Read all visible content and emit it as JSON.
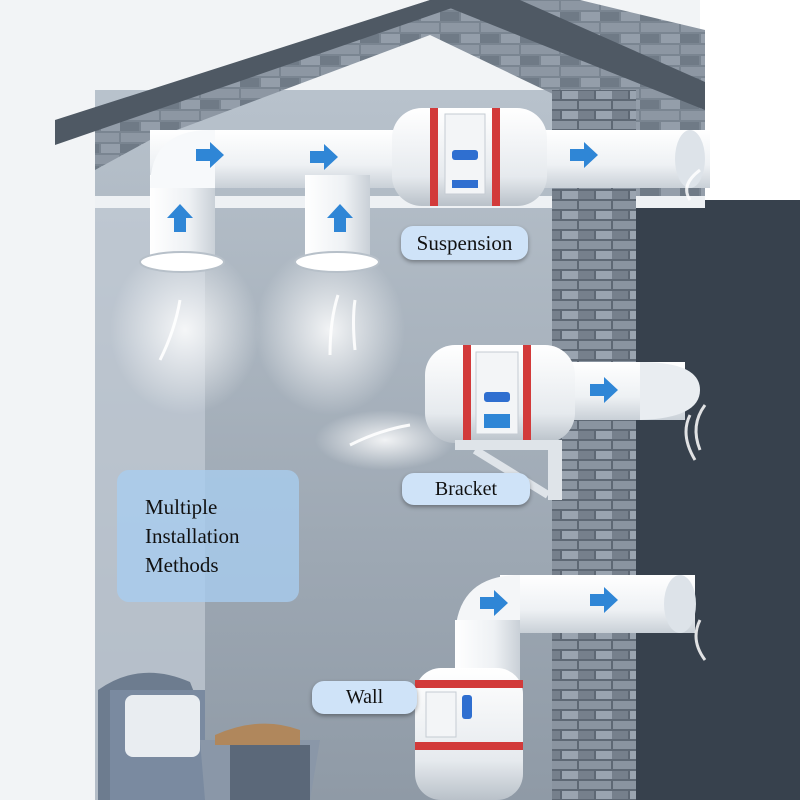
{
  "labels": {
    "suspension": "Suspension",
    "bracket": "Bracket",
    "wall": "Wall"
  },
  "info_box": {
    "line1": "Multiple",
    "line2": "Installation",
    "line3": "Methods"
  },
  "colors": {
    "label_bg": "#cfe3f8",
    "info_bg": "#a8cdf0",
    "flow_arrow": "#2f86d6",
    "fan_ring": "#d23a3a",
    "duct": "#f4f6f8",
    "brick": "#6e7884",
    "wall": "#a3afbb",
    "right_panel": "#37414d"
  },
  "icons": [
    "flow-arrow-icon",
    "inline-duct-fan",
    "ceiling-diffuser",
    "mounting-bracket",
    "armchair"
  ]
}
